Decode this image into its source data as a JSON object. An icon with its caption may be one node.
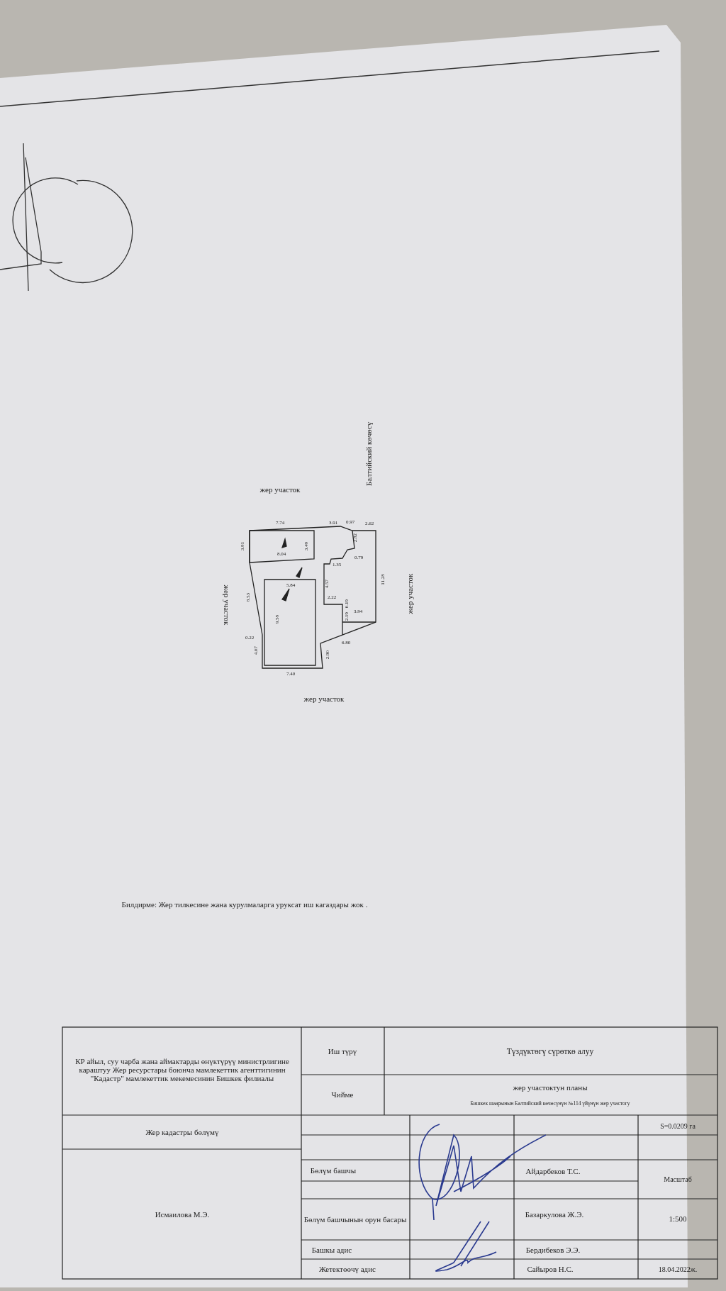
{
  "diagram": {
    "labels": [
      "жер участок",
      "Балтийский көчөсү",
      "7.74",
      "3.91",
      "0.97",
      "2.62",
      "3.81",
      "3.49",
      "8.04",
      "2.82",
      "0.79",
      "1.35",
      "11.28",
      "жер участок",
      "4.57",
      "5.84",
      "8.53",
      "9.58",
      "2.22",
      "0.19",
      "2.19",
      "3.94",
      "жер участок",
      "0.22",
      "4.07",
      "6.80",
      "2.90",
      "7.40",
      "жер участок",
      "Билдирме: Жер тилкесине жана курулмаларга уруксат иш кагаздары жок .",
      "КР айыл, суу чарба жана аймактарды өнүктүрүү министрлигине караштуу Жер ресурстары боюнча мамлекеттик агенттигинин \"Кадастр\" мамлекеттик мекемесинин Бишкек филиалы",
      "Иш түрү",
      "Түздүктөгү сүрөткө алуу",
      "Чийме",
      "жер участоктун планы",
      "Бишкек шаарынын Балтийский көчөсүнүн №114 үйүнүн жер участогу",
      "Жер кадастры бөлүмү",
      "S=0.0209 га",
      "Бөлүм башчы",
      "Айдарбеков Т.С.",
      "Масштаб",
      "Исмаилова М.Э.",
      "Бөлүм башчынын орун басары",
      "Базаркулова Ж.Э.",
      "1:500",
      "Башкы адис",
      "Бердибеков Э.Э.",
      "Жетектөөчү адис",
      "Сайыров Н.С.",
      "18.04.2022ж."
    ]
  }
}
